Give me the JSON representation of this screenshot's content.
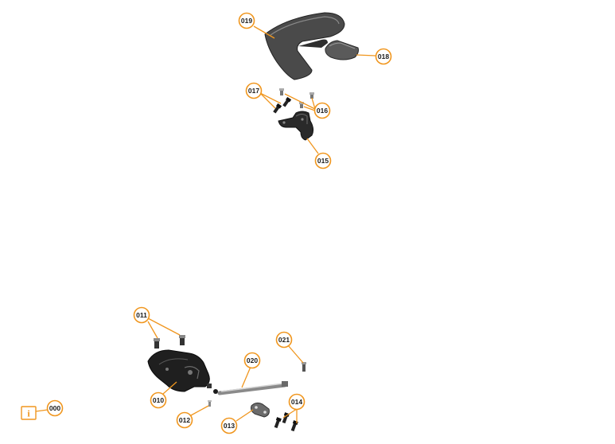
{
  "diagram": {
    "callouts": [
      {
        "id": "c019",
        "label": "019"
      },
      {
        "id": "c018",
        "label": "018"
      },
      {
        "id": "c017",
        "label": "017"
      },
      {
        "id": "c016",
        "label": "016"
      },
      {
        "id": "c015",
        "label": "015"
      },
      {
        "id": "c011",
        "label": "011"
      },
      {
        "id": "c021",
        "label": "021"
      },
      {
        "id": "c020",
        "label": "020"
      },
      {
        "id": "c010",
        "label": "010"
      },
      {
        "id": "c014",
        "label": "014"
      },
      {
        "id": "c012",
        "label": "012"
      },
      {
        "id": "c013",
        "label": "013"
      },
      {
        "id": "c000",
        "label": "000"
      }
    ],
    "accent_color": "#f0961e",
    "info_icon": "info-icon"
  }
}
